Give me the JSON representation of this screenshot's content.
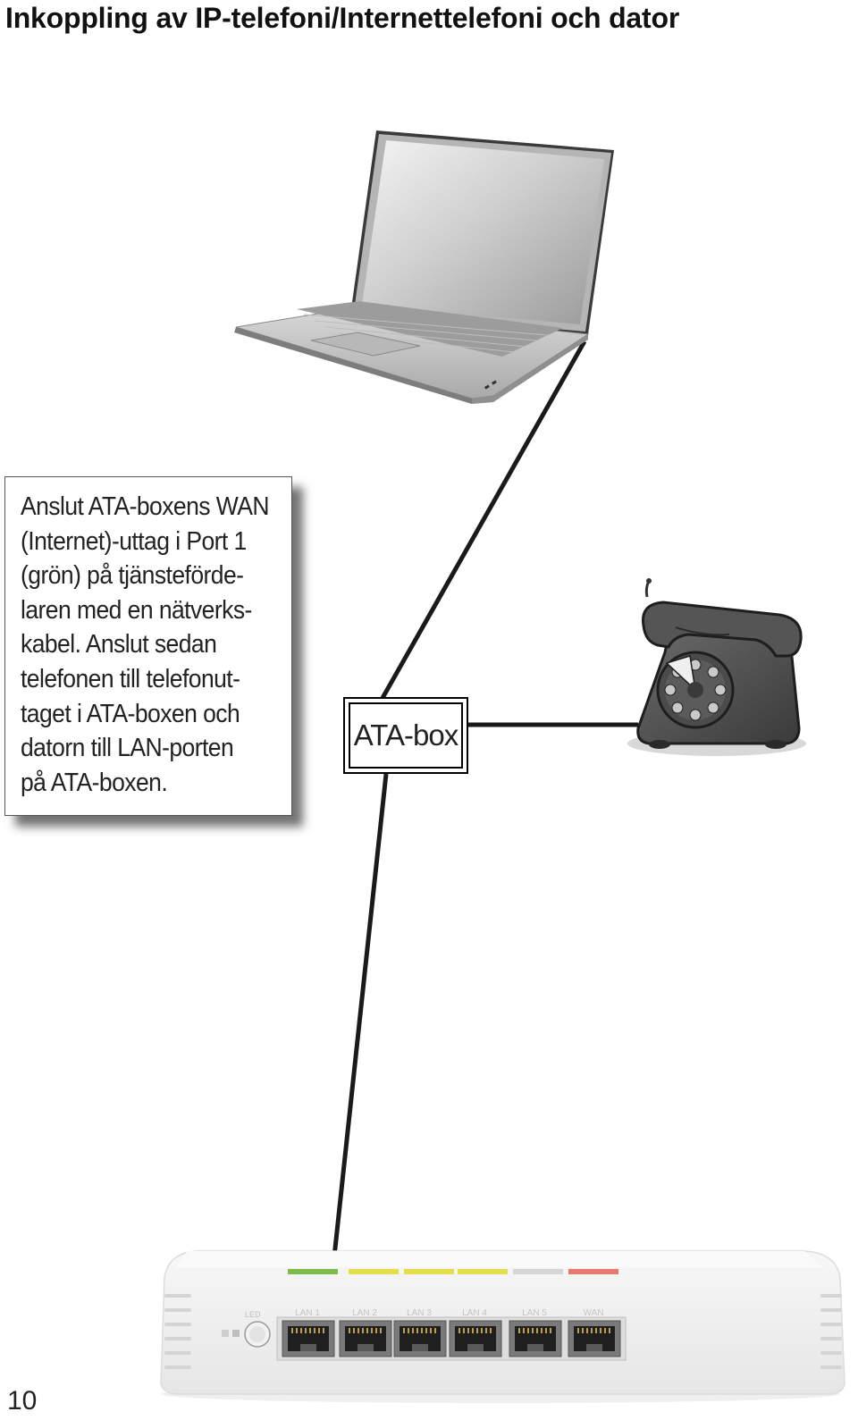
{
  "page": {
    "title": "Inkoppling av IP-telefoni/Internettelefoni och dator",
    "page_number": "10"
  },
  "callout": {
    "lines": [
      "Anslut ATA-boxens WAN",
      "(Internet)-uttag i Port 1",
      "(grön) på tjänsteförde-",
      "laren med en nätverks-",
      "kabel. Anslut sedan",
      "telefonen till telefonut-",
      "taget i ATA-boxen och",
      "datorn till LAN-porten",
      "på ATA-boxen."
    ]
  },
  "diagram": {
    "ata_box_label": "ATA-box",
    "nodes": [
      {
        "id": "laptop",
        "icon": "laptop-icon"
      },
      {
        "id": "telephone",
        "icon": "rotary-telephone-icon"
      },
      {
        "id": "ata-box",
        "label": "ATA-box"
      },
      {
        "id": "router",
        "icon": "router-icon"
      }
    ],
    "edges": [
      {
        "from": "laptop",
        "to": "ata-box"
      },
      {
        "from": "telephone",
        "to": "ata-box"
      },
      {
        "from": "ata-box",
        "to": "router"
      }
    ]
  },
  "router": {
    "led_label": "LED",
    "port_labels": [
      "LAN 1",
      "LAN 2",
      "LAN 3",
      "LAN 4",
      "LAN 5",
      "WAN"
    ],
    "port_colors": [
      "#7dbb4a",
      "#e3df4c",
      "#e3df4c",
      "#e3df4c",
      "#d6d6d6",
      "#e67a6f"
    ]
  }
}
